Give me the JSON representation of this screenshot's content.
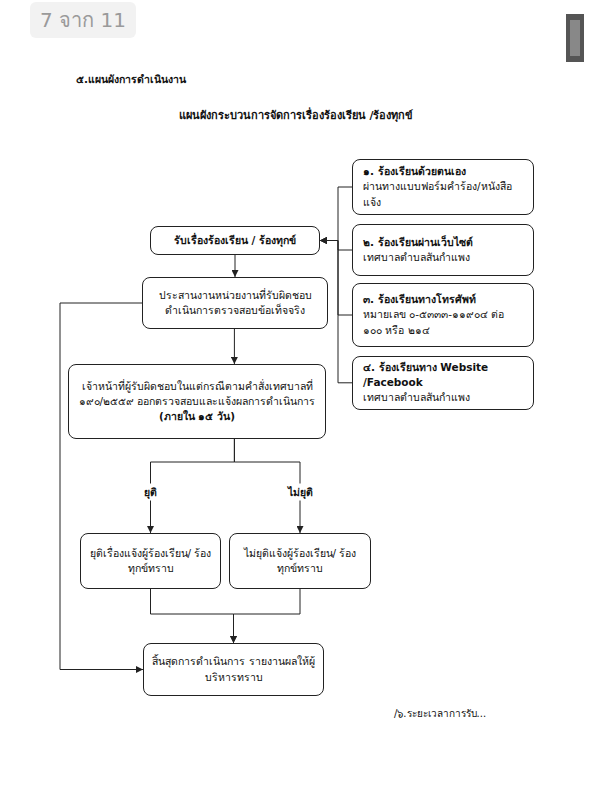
{
  "diagram": {
    "title": "แผนผังกระบวนการจัดการเรื่องร้องเรียน /ร้องทุกข์",
    "nodes": [
      {
        "text": [
          "รับเรื่องร้องเรียน / ร้องทุกข์"
        ]
      },
      {
        "text": [
          "๑. ร้องเรียนด้วยตนเอง",
          "ผ่านทางแบบฟอร์มคำร้อง/หนังสือแจ้ง"
        ]
      },
      {
        "text": [
          "๒. ร้องเรียนผ่านเว็บไซต์",
          "เทศบาลตำบลสันกำแพง"
        ]
      },
      {
        "text": [
          "๓. ร้องเรียนทางโทรศัพท์",
          "หมายเลข ๐-๕๓๓๓-๑๑๙๐๔ ต่อ ๑๐๐ หรือ ๒๑๔"
        ]
      },
      {
        "text": [
          "๔. ร้องเรียนทาง Website /Facebook",
          "เทศบาลตำบลสันกำแพง"
        ]
      },
      {
        "text": [
          "ประสานงานหน่วยงานที่รับผิดชอบ ดำเนินการตรวจสอบข้อเท็จจริง"
        ]
      },
      {
        "text": [
          "เจ้าหน้าที่ผู้รับผิดชอบในแต่กรณีตามคำสั่งเทศบาลที่ ๑๙๐/๒๕๕๙ ออกตรวจสอบและแจ้งผลการดำเนินการ",
          "(ภายใน ๑๕ วัน)"
        ]
      },
      {
        "text": [
          "ยุติเรื่องแจ้งผู้ร้องเรียน/ ร้องทุกข์ทราบ"
        ]
      },
      {
        "text": [
          "ไม่ยุติแจ้งผู้ร้องเรียน/ ร้องทุกข์ทราบ"
        ]
      },
      {
        "text": [
          "สิ้นสุดการดำเนินการ รายงานผลให้ผู้บริหารทราบ"
        ]
      }
    ],
    "edges": [
      {
        "from": 1,
        "to": 0,
        "arrow": "to"
      },
      {
        "from": 2,
        "to": 0,
        "arrow": "to"
      },
      {
        "from": 3,
        "to": 0,
        "arrow": "to"
      },
      {
        "from": 4,
        "to": 0,
        "arrow": "to"
      },
      {
        "from": 0,
        "to": 5,
        "arrow": "to"
      },
      {
        "from": 5,
        "to": 6,
        "arrow": "to"
      },
      {
        "from": 5,
        "to": 9,
        "arrow": "to"
      },
      {
        "from": 6,
        "to": 7,
        "label": "ยุติ",
        "arrow": "to"
      },
      {
        "from": 6,
        "to": 8,
        "label": "ไม่ยุติ",
        "arrow": "to"
      },
      {
        "from": 7,
        "to": 9,
        "arrow": "to"
      },
      {
        "from": 8,
        "to": 9,
        "arrow": "to"
      }
    ],
    "labels": [
      "7 จาก 11",
      "๕.แผนผังการดำเนินงาน",
      "/๖.ระยะเวลาการรับ..."
    ]
  }
}
